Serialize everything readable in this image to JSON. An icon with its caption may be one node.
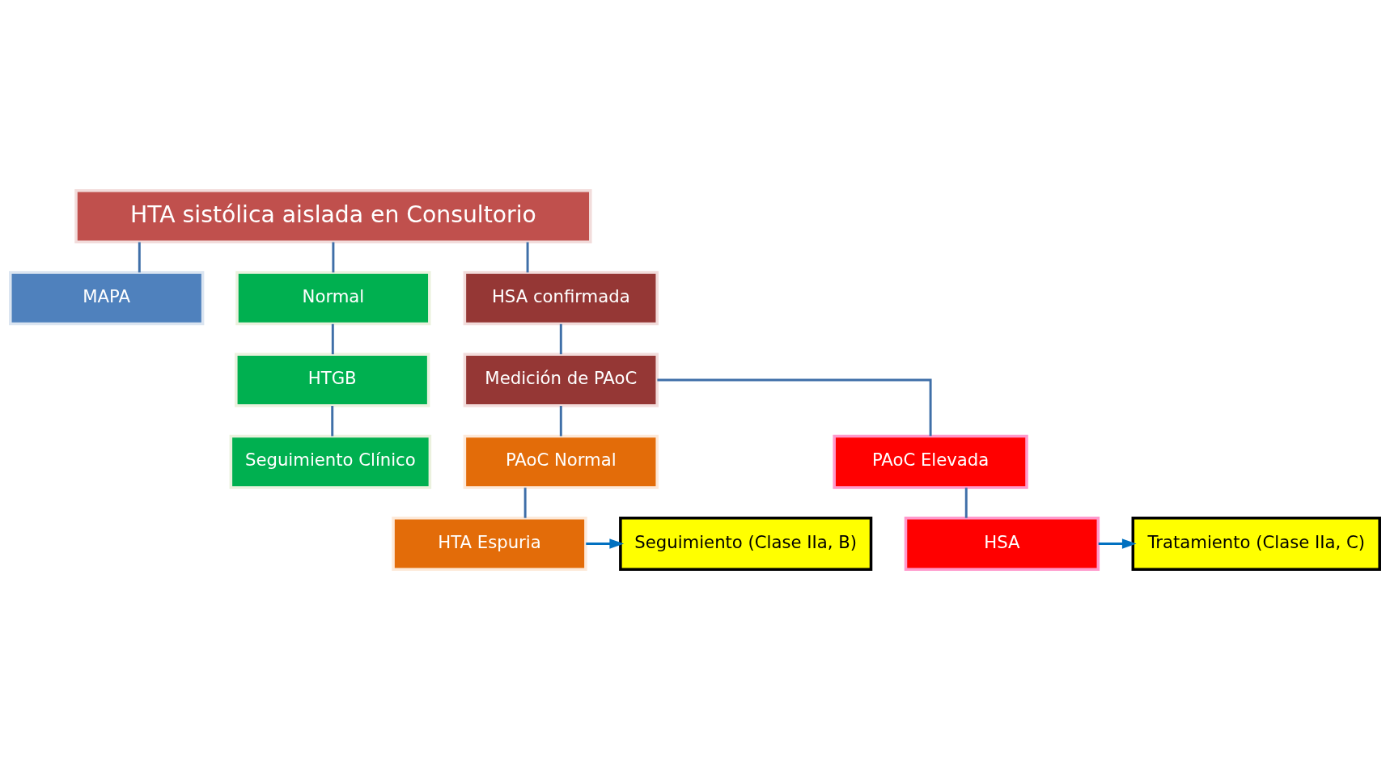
{
  "diagram": {
    "nodes": [
      {
        "text": [
          "HTA sistólica aislada en Consultorio"
        ]
      },
      {
        "text": [
          "MAPA"
        ]
      },
      {
        "text": [
          "Normal"
        ]
      },
      {
        "text": [
          "HSA confirmada"
        ]
      },
      {
        "text": [
          "HTGB"
        ]
      },
      {
        "text": [
          "Medición de PAoC"
        ]
      },
      {
        "text": [
          "Seguimiento Clínico"
        ]
      },
      {
        "text": [
          "PAoC Normal"
        ]
      },
      {
        "text": [
          "PAoC Elevada"
        ]
      },
      {
        "text": [
          "Seguimiento (Clase IIa, B)"
        ]
      },
      {
        "text": [
          "HTA Espuria"
        ]
      },
      {
        "text": [
          "Tratamiento (Clase IIa, C)"
        ]
      },
      {
        "text": [
          "HSA"
        ]
      }
    ],
    "edges": [
      {
        "from": 0,
        "to": 1,
        "arrow": "none"
      },
      {
        "from": 0,
        "to": 2,
        "arrow": "none"
      },
      {
        "from": 0,
        "to": 3,
        "arrow": "none"
      },
      {
        "from": 2,
        "to": 4,
        "arrow": "none"
      },
      {
        "from": 3,
        "to": 5,
        "arrow": "none"
      },
      {
        "from": 4,
        "to": 6,
        "arrow": "none"
      },
      {
        "from": 5,
        "to": 7,
        "arrow": "none"
      },
      {
        "from": 5,
        "to": 8,
        "arrow": "none"
      },
      {
        "from": 7,
        "to": 10,
        "arrow": "none"
      },
      {
        "from": 8,
        "to": 12,
        "arrow": "none"
      },
      {
        "from": 10,
        "to": 9,
        "arrow": "to",
        "color": "#0070c0"
      },
      {
        "from": 12,
        "to": 11,
        "arrow": "to",
        "color": "#0070c0"
      }
    ]
  }
}
